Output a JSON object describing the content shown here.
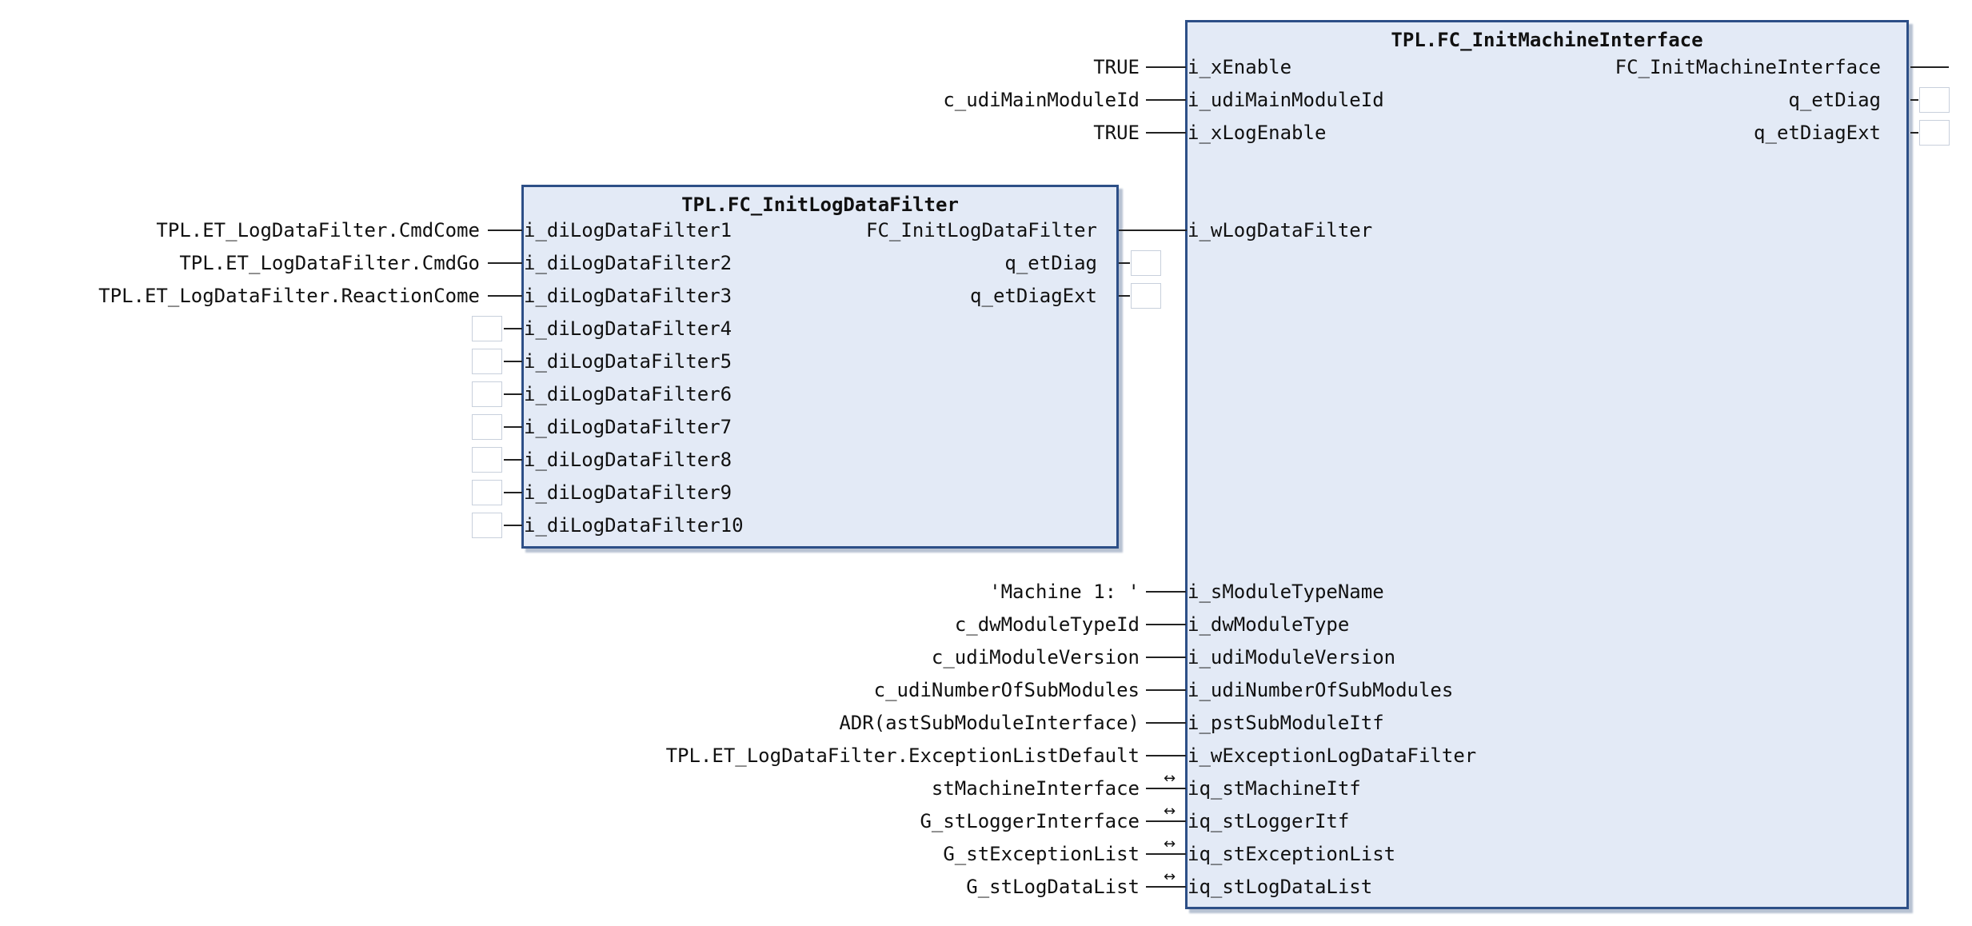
{
  "fb_main": {
    "title": "TPL.FC_InitMachineInterface",
    "output_return": "FC_InitMachineInterface",
    "outputs": [
      "q_etDiag",
      "q_etDiagExt"
    ],
    "inputs_top": [
      {
        "pin": "i_xEnable",
        "arg": "TRUE"
      },
      {
        "pin": "i_udiMainModuleId",
        "arg": "c_udiMainModuleId"
      },
      {
        "pin": "i_xLogEnable",
        "arg": "TRUE"
      }
    ],
    "connected_input": "i_wLogDataFilter",
    "inputs_bottom": [
      {
        "pin": "i_sModuleTypeName",
        "arg": "'Machine 1: '",
        "ref": false
      },
      {
        "pin": "i_dwModuleType",
        "arg": "c_dwModuleTypeId",
        "ref": false
      },
      {
        "pin": "i_udiModuleVersion",
        "arg": "c_udiModuleVersion",
        "ref": false
      },
      {
        "pin": "i_udiNumberOfSubModules",
        "arg": "c_udiNumberOfSubModules",
        "ref": false
      },
      {
        "pin": "i_pstSubModuleItf",
        "arg": "ADR(astSubModuleInterface)",
        "ref": false
      },
      {
        "pin": "i_wExceptionLogDataFilter",
        "arg": "TPL.ET_LogDataFilter.ExceptionListDefault",
        "ref": false
      },
      {
        "pin": "iq_stMachineItf",
        "arg": "stMachineInterface",
        "ref": true
      },
      {
        "pin": "iq_stLoggerItf",
        "arg": "G_stLoggerInterface",
        "ref": true
      },
      {
        "pin": "iq_stExceptionList",
        "arg": "G_stExceptionList",
        "ref": true
      },
      {
        "pin": "iq_stLogDataList",
        "arg": "G_stLogDataList",
        "ref": true
      }
    ]
  },
  "fb_filter": {
    "title": "TPL.FC_InitLogDataFilter",
    "output_return": "FC_InitLogDataFilter",
    "outputs": [
      "q_etDiag",
      "q_etDiagExt"
    ],
    "inputs": [
      {
        "pin": "i_diLogDataFilter1",
        "arg": "TPL.ET_LogDataFilter.CmdCome"
      },
      {
        "pin": "i_diLogDataFilter2",
        "arg": "TPL.ET_LogDataFilter.CmdGo"
      },
      {
        "pin": "i_diLogDataFilter3",
        "arg": "TPL.ET_LogDataFilter.ReactionCome"
      },
      {
        "pin": "i_diLogDataFilter4",
        "arg": ""
      },
      {
        "pin": "i_diLogDataFilter5",
        "arg": ""
      },
      {
        "pin": "i_diLogDataFilter6",
        "arg": ""
      },
      {
        "pin": "i_diLogDataFilter7",
        "arg": ""
      },
      {
        "pin": "i_diLogDataFilter8",
        "arg": ""
      },
      {
        "pin": "i_diLogDataFilter9",
        "arg": ""
      },
      {
        "pin": "i_diLogDataFilter10",
        "arg": ""
      }
    ]
  },
  "ref_icon": "↔",
  "colors": {
    "block_fill": "#e3eaf6",
    "block_border": "#2d4f87",
    "line": "#222222"
  }
}
